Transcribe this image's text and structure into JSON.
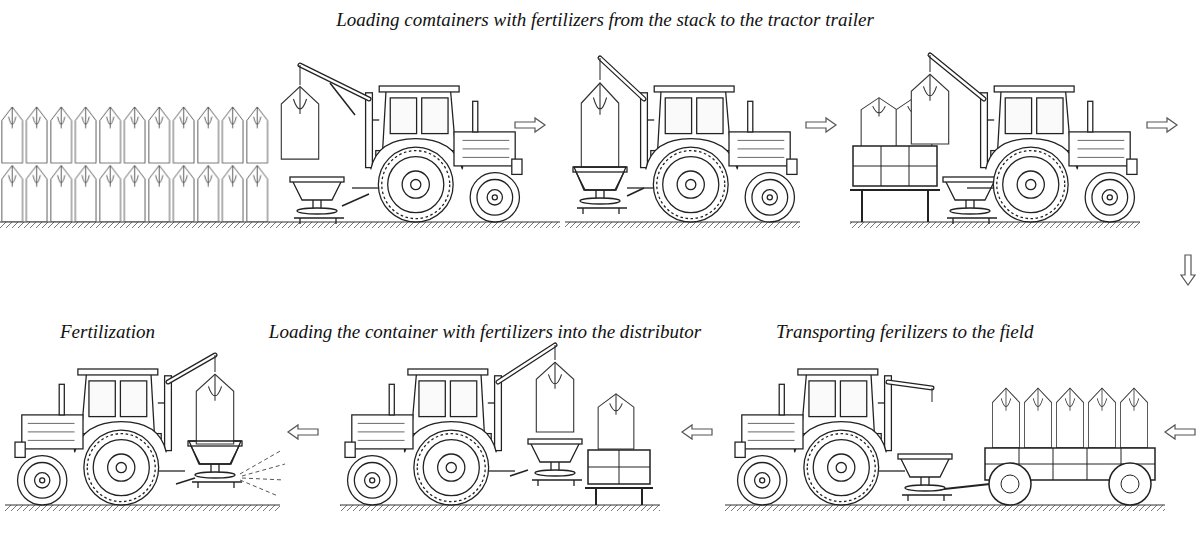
{
  "diagram": {
    "labels": [
      "Loading comtainers with fertilizers from the stack to the tractor trailer",
      "Fertilization",
      "Loading the container with fertilizers into the distributor",
      "Transporting ferilizers to the field"
    ]
  }
}
